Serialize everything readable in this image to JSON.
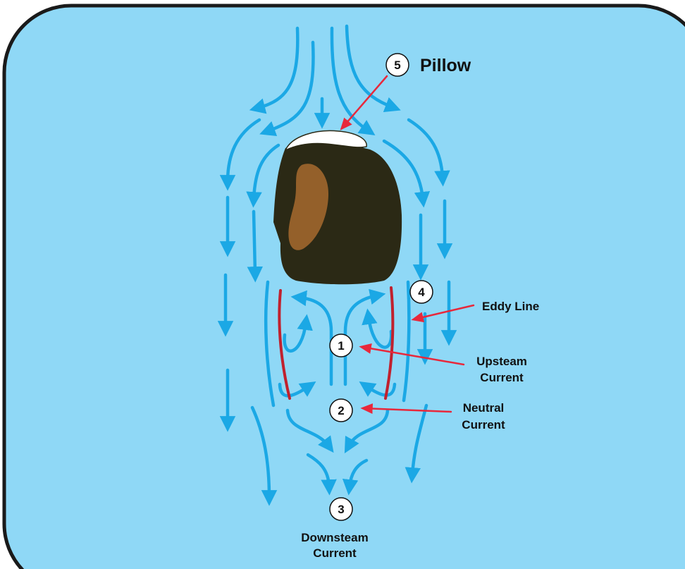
{
  "labels": {
    "pillow": "Pillow",
    "eddy_line": "Eddy Line",
    "upstream_line1": "Upsteam",
    "upstream_line2": "Current",
    "neutral_line1": "Neutral",
    "neutral_line2": "Current",
    "downstream_line1": "Downsteam",
    "downstream_line2": "Current"
  },
  "markers": {
    "m1": "1",
    "m2": "2",
    "m3": "3",
    "m4": "4",
    "m5": "5"
  },
  "colors": {
    "water": "#8fd8f6",
    "frame_stroke": "#1a1a1a",
    "flow_arrow": "#1ba8e5",
    "eddy_line": "#c0212e",
    "pointer": "#e8283b",
    "rock": "#2b2915",
    "rock_patch": "#94602a",
    "pillow": "#ffffff",
    "marker_fill": "#ffffff"
  }
}
